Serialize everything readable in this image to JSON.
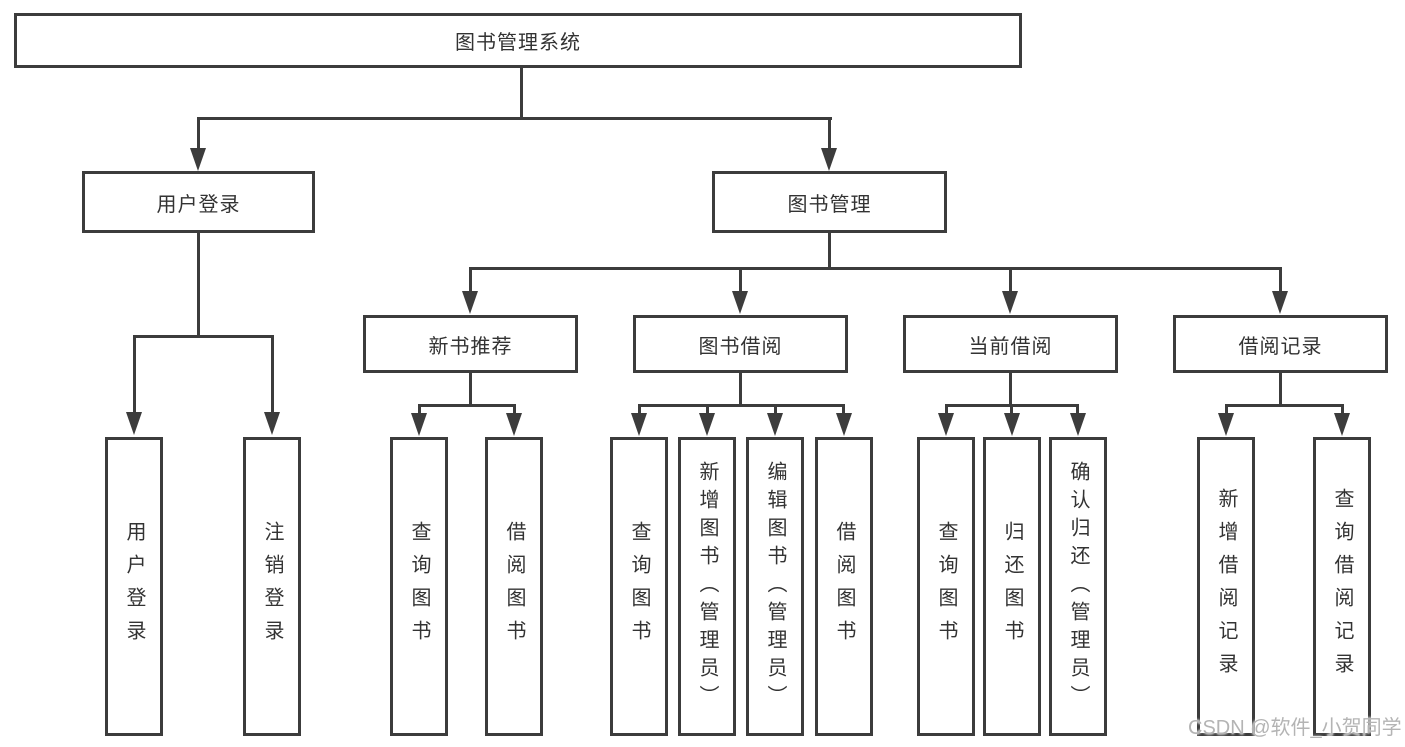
{
  "diagram": {
    "root": {
      "label": "图书管理系统"
    },
    "level2": [
      {
        "label": "用户登录"
      },
      {
        "label": "图书管理"
      }
    ],
    "level3": [
      {
        "label": "新书推荐"
      },
      {
        "label": "图书借阅"
      },
      {
        "label": "当前借阅"
      },
      {
        "label": "借阅记录"
      }
    ],
    "leaves": {
      "user_login": [
        {
          "label": "用户登录"
        },
        {
          "label": "注销登录"
        }
      ],
      "new_book": [
        {
          "label": "查询图书"
        },
        {
          "label": "借阅图书"
        }
      ],
      "book_borrow": [
        {
          "label": "查询图书"
        },
        {
          "label": "新增图书（管理员）"
        },
        {
          "label": "编辑图书（管理员）"
        },
        {
          "label": "借阅图书"
        }
      ],
      "current_borrow": [
        {
          "label": "查询图书"
        },
        {
          "label": "归还图书"
        },
        {
          "label": "确认归还（管理员）"
        }
      ],
      "borrow_record": [
        {
          "label": "新增借阅记录"
        },
        {
          "label": "查询借阅记录"
        }
      ]
    },
    "watermark": "CSDN @软件_小贺同学",
    "colors": {
      "line": "#3c3c3c",
      "text": "#333333",
      "watermark": "#b4b4b4",
      "background": "#ffffff"
    }
  }
}
